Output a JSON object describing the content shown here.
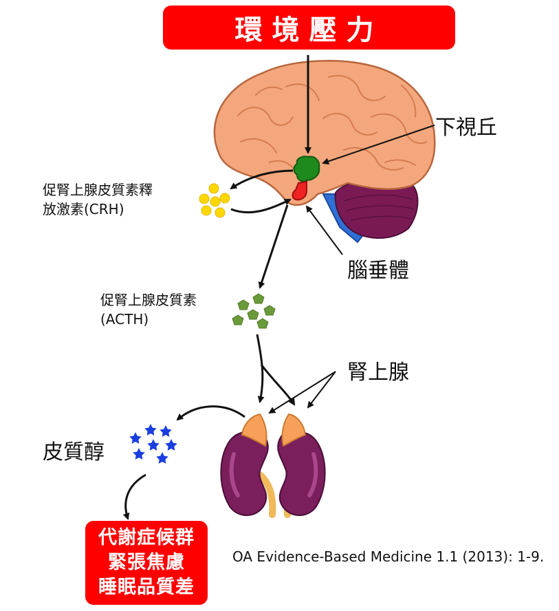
{
  "stressor": "環境壓力",
  "labels": {
    "hypothalamus": "下視丘",
    "pituitary": "腦垂體",
    "adrenal": "腎上腺",
    "cortisol": "皮質醇",
    "crh_line1": "促腎上腺皮質素釋",
    "crh_line2": "放激素(CRH)",
    "acth_line1": "促腎上腺皮質素",
    "acth_line2": "(ACTH)"
  },
  "effects": [
    "代謝症候群",
    "緊張焦慮",
    "睡眠品質差"
  ],
  "citation": "OA Evidence-Based Medicine 1.1 (2013): 1-9.",
  "colors": {
    "stressor_box": "#ff0000",
    "brain": "#f4a77c",
    "cerebellum": "#7a1a55",
    "brainstem": "#2f6fd6",
    "hypothalamus": "#1e8a1e",
    "pituitary": "#ee2222",
    "crh": "#ffd700",
    "acth": "#6b9a3a",
    "cortisol": "#1a3ee0",
    "kidney": "#7a1f5c",
    "adrenal_gland": "#f6a05a"
  }
}
